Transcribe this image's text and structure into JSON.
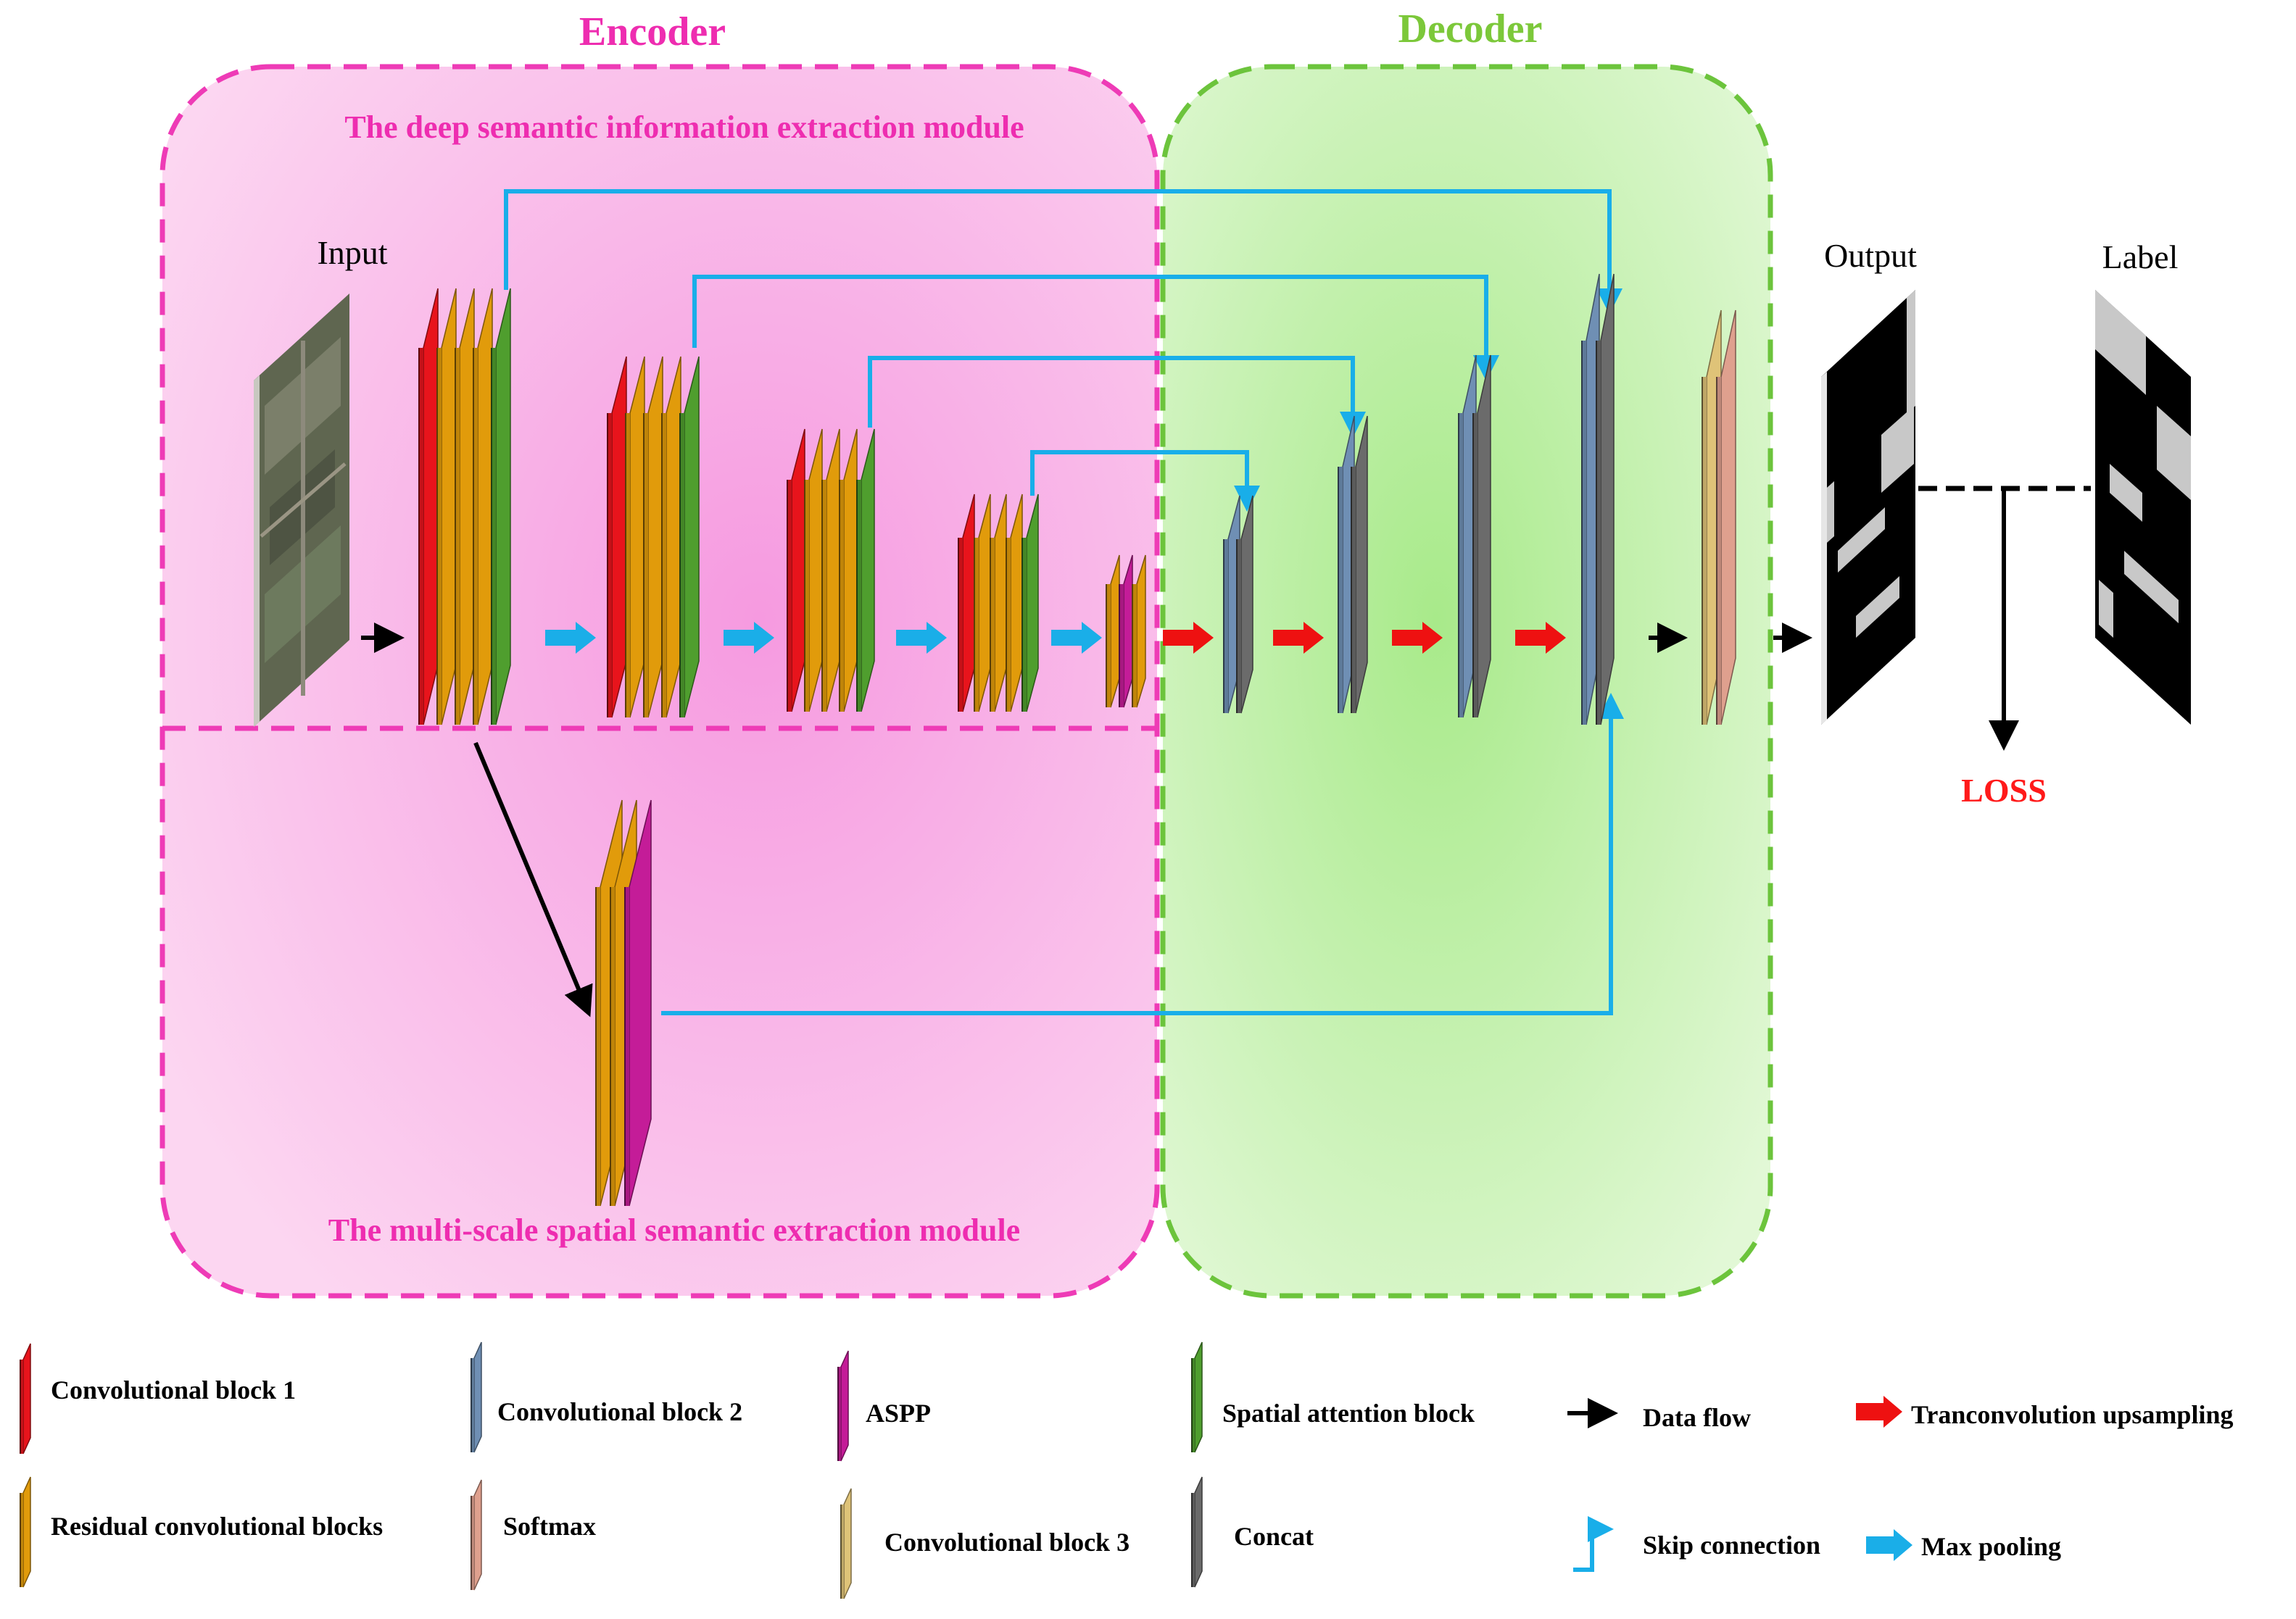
{
  "encoder": {
    "title": "Encoder",
    "top_module": "The deep semantic information extraction module",
    "bottom_module": "The multi-scale spatial semantic extraction module"
  },
  "decoder": {
    "title": "Decoder"
  },
  "labels": {
    "input": "Input",
    "output": "Output",
    "label": "Label",
    "loss": "LOSS"
  },
  "legend": {
    "conv1": "Convolutional block 1",
    "residual": "Residual convolutional blocks",
    "conv2": "Convolutional block 2",
    "softmax": "Softmax",
    "aspp": "ASPP",
    "conv3": "Convolutional block 3",
    "spatial_attention": "Spatial attention block",
    "concat": "Concat",
    "data_flow": "Data flow",
    "skip_connection": "Skip connection",
    "transconv": "Tranconvolution upsampling",
    "max_pooling": "Max pooling"
  },
  "colors": {
    "encoder_border": "#ee3bb6",
    "encoder_text": "#ee2db0",
    "encoder_fill": "#f9a6e4",
    "decoder_border": "#6cc43c",
    "decoder_text": "#7cc83a",
    "decoder_fill": "#bdeea5",
    "conv1": "#e8141c",
    "residual": "#e19b0b",
    "conv2": "#6f8fb4",
    "softmax": "#dfa08e",
    "aspp": "#c41c98",
    "conv3": "#dfc378",
    "spatial_attention": "#4f9e2e",
    "concat": "#6b6b6b",
    "skip": "#19aee9",
    "data_flow": "#000000",
    "transconv": "#ee1111",
    "max_pooling": "#1aaee8",
    "loss": "#ff1a1a"
  }
}
